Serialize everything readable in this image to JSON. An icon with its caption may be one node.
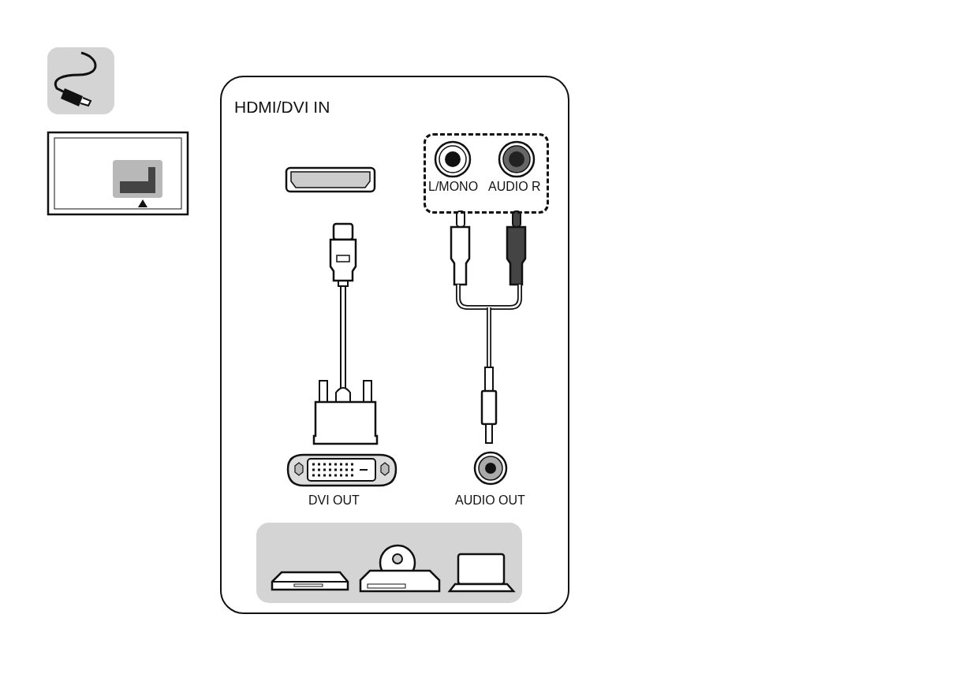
{
  "diagram": {
    "nodes": [
      {
        "text": [
          "HDMI/DVI IN"
        ]
      },
      {
        "text": [
          "L/MONO",
          "AUDIO R"
        ],
        "in": 0
      }
    ],
    "labels": [
      "DVI OUT",
      "AUDIO OUT"
    ]
  }
}
